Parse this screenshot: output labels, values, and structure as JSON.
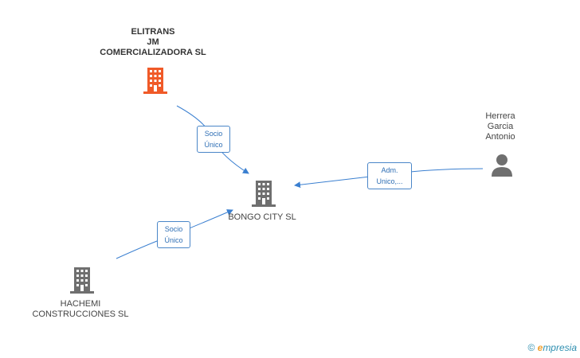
{
  "nodes": {
    "elitrans": {
      "lines": [
        "ELITRANS",
        "JM",
        "COMERCIALIZADORA SL"
      ],
      "icon": "building-icon",
      "color": "#f05a28"
    },
    "bongo": {
      "lines": [
        "BONGO CITY SL"
      ],
      "icon": "building-icon",
      "color": "#6f6f6f"
    },
    "hachemi": {
      "lines": [
        "HACHEMI",
        "CONSTRUCCIONES SL"
      ],
      "icon": "building-icon",
      "color": "#6f6f6f"
    },
    "herrera": {
      "lines": [
        "Herrera",
        "Garcia",
        "Antonio"
      ],
      "icon": "person-icon",
      "color": "#6f6f6f"
    }
  },
  "edges": {
    "elitrans_bongo": {
      "lines": [
        "Socio",
        "Único"
      ]
    },
    "hachemi_bongo": {
      "lines": [
        "Socio",
        "Único"
      ]
    },
    "herrera_bongo": {
      "lines": [
        "Adm.",
        "Unico,..."
      ]
    }
  },
  "footer": {
    "copyright": "©",
    "brand_e": "e",
    "brand_rest": "mpresia"
  },
  "colors": {
    "edge": "#3a7fd0",
    "label_border": "#4a86c8"
  }
}
